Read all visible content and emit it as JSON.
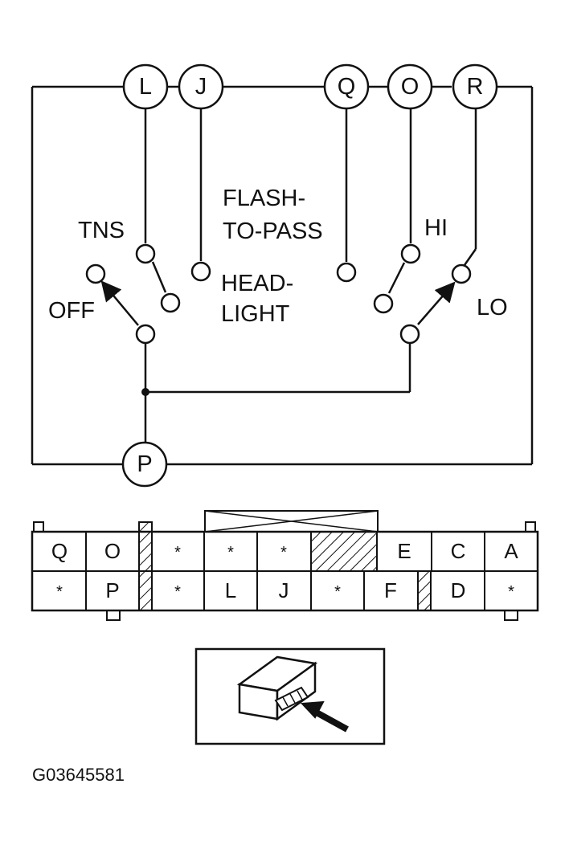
{
  "terminals": [
    "L",
    "J",
    "Q",
    "O",
    "R",
    "P"
  ],
  "labels": {
    "tns": "TNS",
    "off": "OFF",
    "flash_1": "FLASH-",
    "flash_2": "TO-PASS",
    "head_1": "HEAD-",
    "head_2": "LIGHT",
    "hi": "HI",
    "lo": "LO"
  },
  "connector": {
    "row1": [
      "Q",
      "O",
      "*",
      "*",
      "*",
      "E",
      "C",
      "A"
    ],
    "row2": [
      "*",
      "P",
      "*",
      "L",
      "J",
      "*",
      "F",
      "D",
      "*"
    ]
  },
  "figure_id": "G03645581"
}
